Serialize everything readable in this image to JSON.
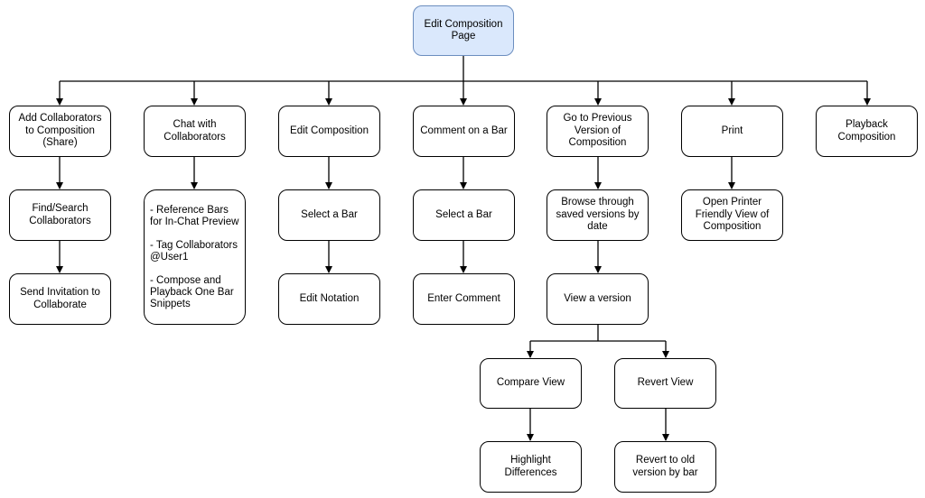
{
  "root": {
    "label": "Edit Composition Page"
  },
  "branches": [
    {
      "id": "share",
      "title": "Add Collaborators to Composition (Share)",
      "steps": [
        "Find/Search Collaborators",
        "Send Invitation to Collaborate"
      ]
    },
    {
      "id": "chat",
      "title": "Chat with Collaborators",
      "list": [
        "- Reference Bars for In-Chat Preview",
        "- Tag Collaborators @User1",
        "- Compose and Playback One Bar Snippets"
      ]
    },
    {
      "id": "edit",
      "title": "Edit Composition",
      "steps": [
        "Select a Bar",
        "Edit Notation"
      ]
    },
    {
      "id": "comment",
      "title": "Comment on a Bar",
      "steps": [
        "Select a Bar",
        "Enter Comment"
      ]
    },
    {
      "id": "previous",
      "title": "Go to Previous Version of Composition",
      "steps": [
        "Browse through saved versions by date",
        "View a version"
      ],
      "sub": [
        {
          "title": "Compare View",
          "step": "Highlight Differences"
        },
        {
          "title": "Revert View",
          "step": "Revert to old version by bar"
        }
      ]
    },
    {
      "id": "print",
      "title": "Print",
      "steps": [
        "Open Printer Friendly View of Composition"
      ]
    },
    {
      "id": "playback",
      "title": "Playback Composition",
      "steps": []
    }
  ]
}
